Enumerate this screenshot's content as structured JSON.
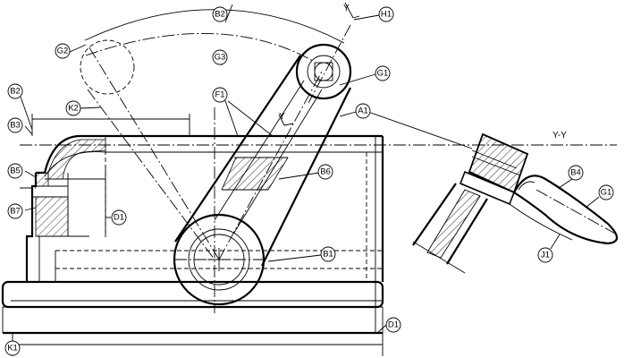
{
  "callouts": {
    "b2_top": "B2",
    "g2": "G2",
    "g3": "G3",
    "h1": "H1",
    "g1_top": "G1",
    "a1": "A1",
    "b2_left": "B2",
    "k2": "K2",
    "f1": "F1",
    "b3": "B3",
    "b5": "B5",
    "b7": "B7",
    "d1_mid": "D1",
    "b6": "B6",
    "b1": "B1",
    "d1_bottom": "D1",
    "k1": "K1",
    "b4": "B4",
    "g1_right": "G1",
    "j1": "J1"
  },
  "section_marks": {
    "y_top": "Y",
    "y_mid": "Y",
    "section_title": "Y-Y"
  }
}
